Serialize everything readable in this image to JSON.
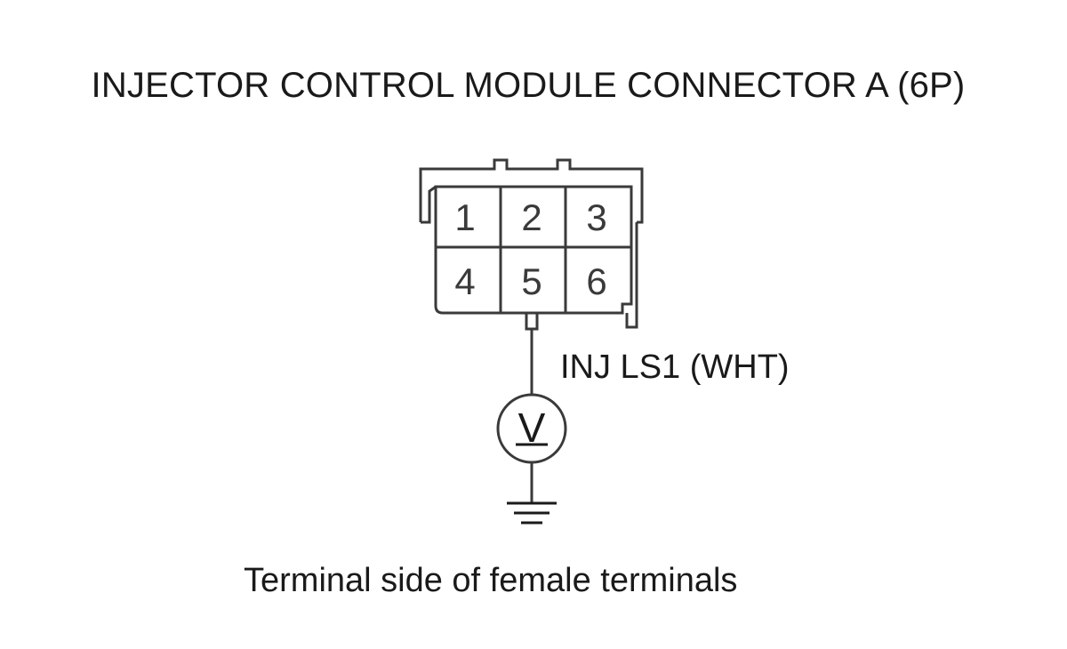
{
  "title": "INJECTOR CONTROL MODULE CONNECTOR A (6P)",
  "connector": {
    "pins": [
      "1",
      "2",
      "3",
      "4",
      "5",
      "6"
    ]
  },
  "wire_label": "INJ LS1 (WHT)",
  "meter_symbol": "V",
  "caption": "Terminal side of female terminals",
  "colors": {
    "line": "#3a3a3a",
    "text": "#1a1a1a",
    "background": "#ffffff"
  }
}
